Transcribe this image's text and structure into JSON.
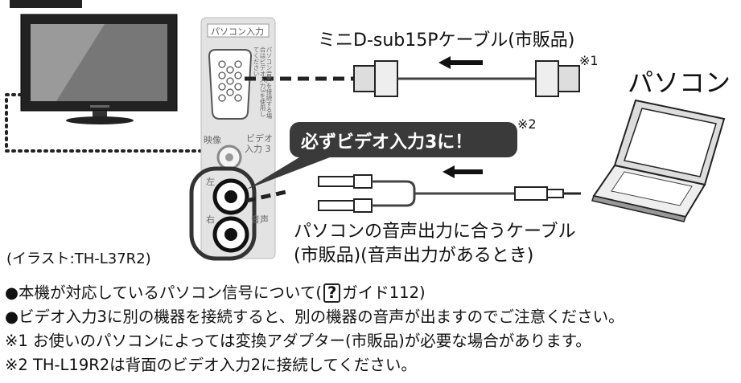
{
  "panel": {
    "title": "パソコン入力",
    "vga_note": "パソコン音声を接続する場合はビデオ入力3を使用してください",
    "video_jack": "映像",
    "video_input": "ビデオ",
    "video_input_num": "入力 3",
    "left": "左",
    "right": "右",
    "audio": "音声"
  },
  "labels": {
    "vga_cable": "ミニD-sub15Pケーブル(市販品)",
    "pc": "パソコン",
    "note1_mark": "※1",
    "note2_mark": "※2",
    "callout": "必ずビデオ入力3に！",
    "audio_cable_line1": "パソコンの音声出力に合うケーブル",
    "audio_cable_line2": "(市販品)(音声出力があるとき)",
    "illustration": "(イラスト:TH-L37R2)"
  },
  "notes": {
    "line1_prefix": "●本機が対応しているパソコン信号について(",
    "line1_icon": "?",
    "line1_suffix": "ガイド112)",
    "line2": "●ビデオ入力3に別の機器を接続すると、別の機器の音声が出ますのでご注意ください。",
    "line3": "※1 お使いのパソコンによっては変換アダプター(市販品)が必要な場合があります。",
    "line4": "※2 TH-L19R2は背面のビデオ入力2に接続してください。"
  }
}
